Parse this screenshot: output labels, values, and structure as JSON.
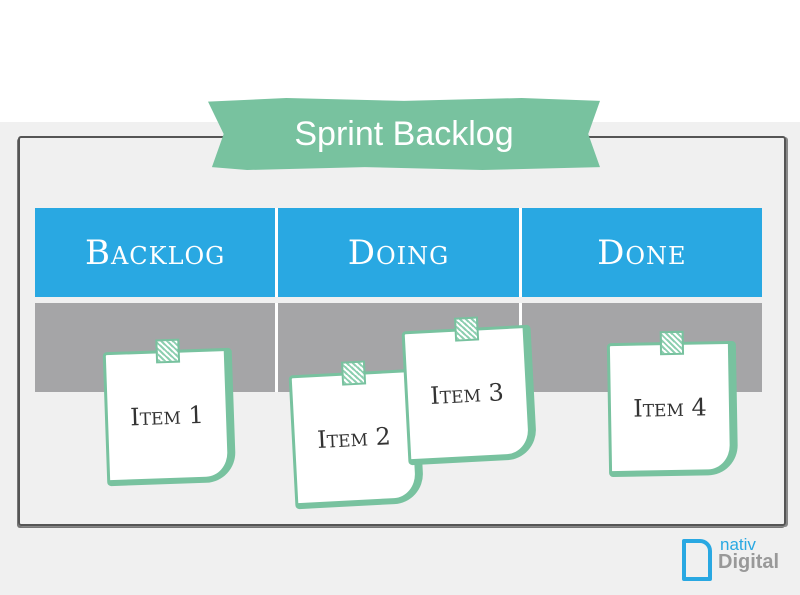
{
  "title": "Sprint Backlog",
  "columns": [
    "Backlog",
    "Doing",
    "Done"
  ],
  "notes": [
    "Item 1",
    "Item 2",
    "Item 3",
    "Item 4"
  ],
  "logo": {
    "line1": "nativ",
    "line2": "Digital"
  },
  "colors": {
    "green": "#78c29f",
    "blue": "#29a8e2",
    "gray": "#a5a5a7"
  }
}
